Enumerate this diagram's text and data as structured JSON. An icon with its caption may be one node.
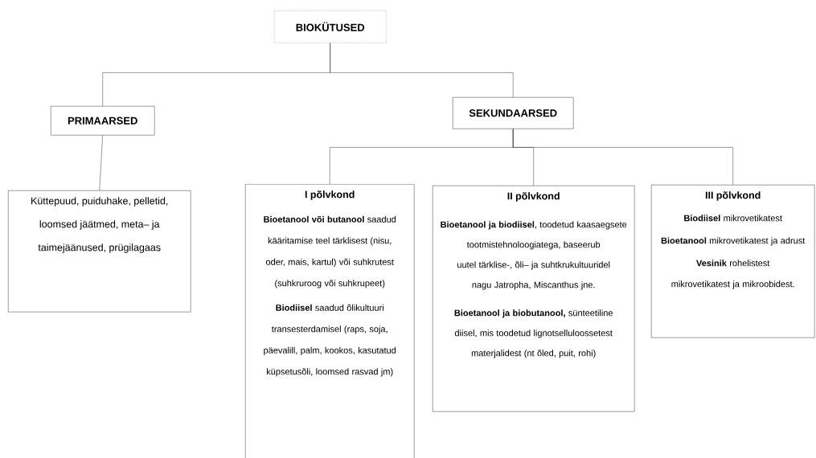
{
  "diagram": {
    "nodes": [
      {
        "text": [
          "BIOKÜTUSED"
        ]
      },
      {
        "text": [
          "PRIMAARSED"
        ]
      },
      {
        "text": [
          "SEKUNDAARSED"
        ]
      },
      {
        "text": [
          "Küttepuud, puiduhake, pelletid, loomsed jäätmed, meta– ja taimejäänused, prügilagaas"
        ]
      },
      {
        "text": [
          "I põlvkond",
          "**Bioetanool või butanool** saadud kääritamise teel tärklisest (nisu, oder, mais, kartul) või suhkrutest (suhkruroog või suhkrupeet)",
          "**Biodiisel** saadud õlikultuuri transesterdamisel (raps, soja, päevalill, palm, kookos, kasutatud küpsetusõli, loomsed rasvad jm)"
        ]
      },
      {
        "text": [
          "II põlvkond",
          "**Bioetanool ja biodiisel**, toodetud kaasaegsete tootmistehnoloogiatega, baseerub uutel tärklise-, õli– ja suhtkrukultuuridel nagu Jatropha, Miscanthus jne.",
          "**Bioetanool ja biobutanool,** sünteetiline diisel, mis toodetud lignotselluloossetest materjalidest (nt õled, puit, rohi)"
        ]
      },
      {
        "text": [
          "III põlvkond",
          "**Biodiisel** mikrovetikatest",
          "**Bioetanool** mikrovetikatest ja adrust",
          "**Vesinik** rohelistest mikrovetikatest ja mikroobidest."
        ]
      }
    ],
    "edges": [
      {
        "from": 0,
        "to": 1,
        "arrow": "none"
      },
      {
        "from": 0,
        "to": 2,
        "arrow": "none"
      },
      {
        "from": 1,
        "to": 3,
        "arrow": "none"
      },
      {
        "from": 2,
        "to": 4,
        "arrow": "none"
      },
      {
        "from": 2,
        "to": 5,
        "arrow": "none"
      },
      {
        "from": 2,
        "to": 6,
        "arrow": "none"
      }
    ]
  }
}
